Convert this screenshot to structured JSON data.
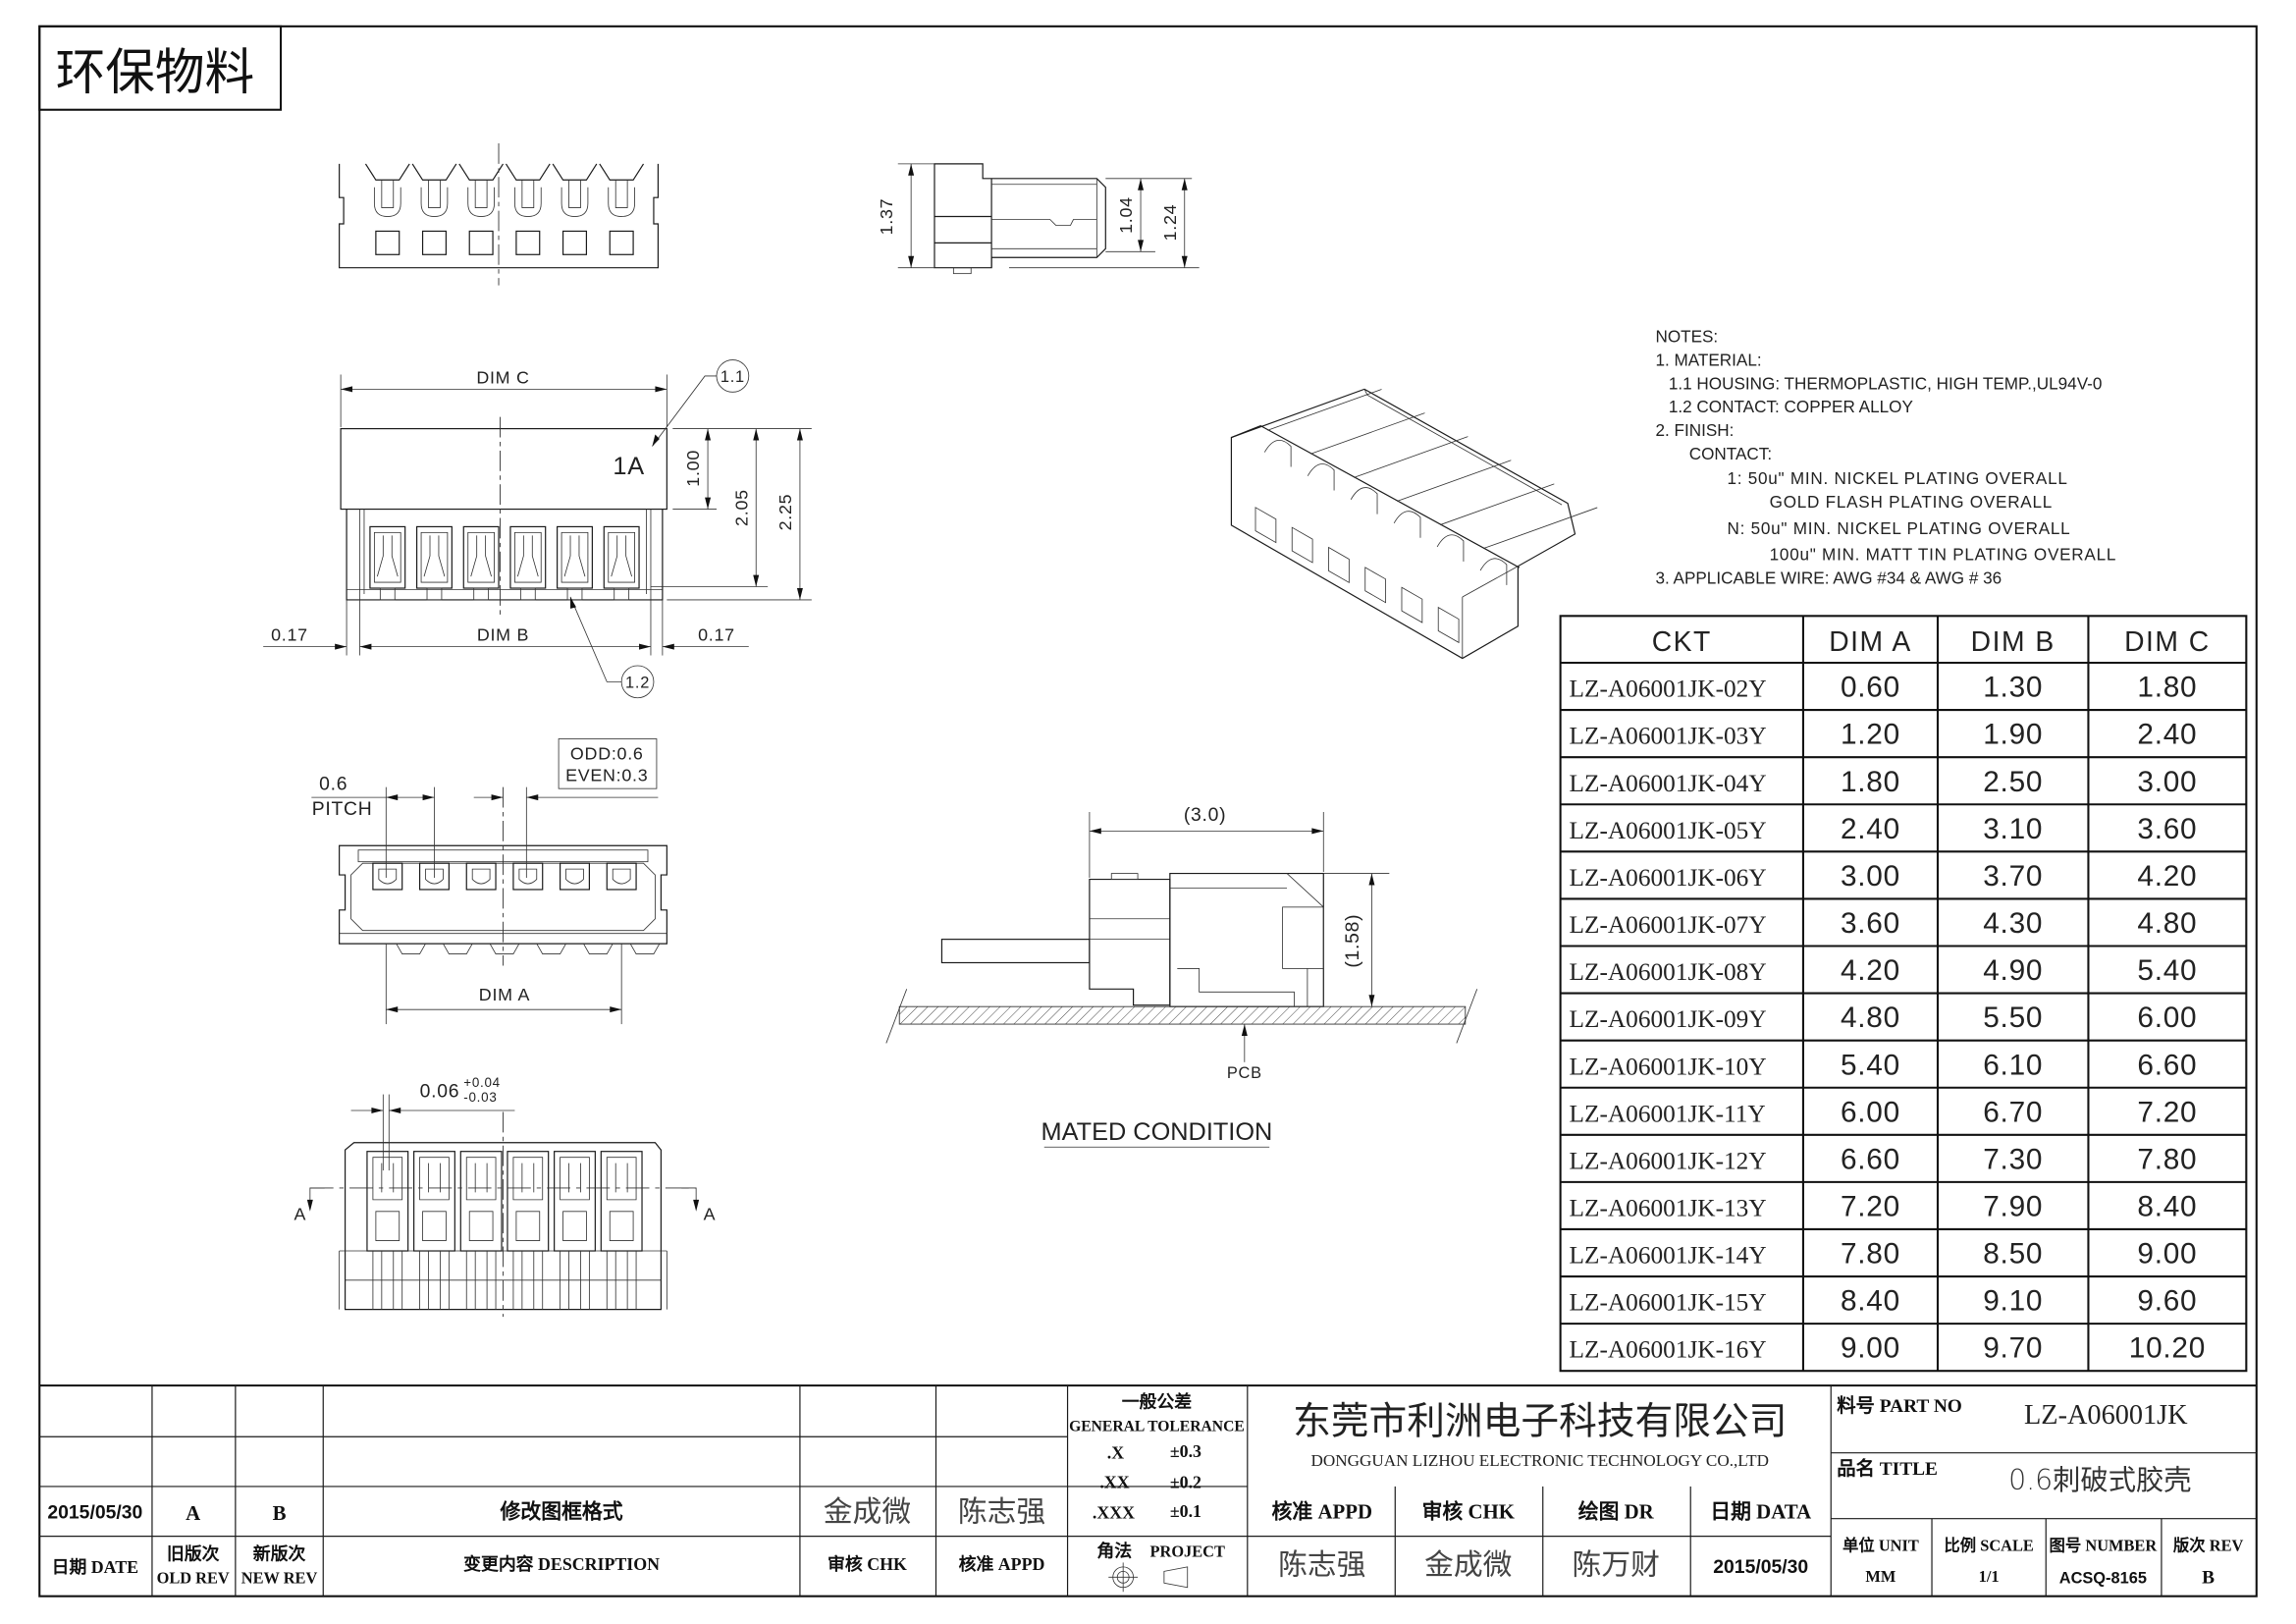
{
  "stamp": "环保物料",
  "notes": {
    "title": "NOTES:",
    "lines": [
      "1.  MATERIAL:",
      "1.1  HOUSING:  THERMOPLASTIC,  HIGH  TEMP.,UL94V-0",
      "1.2  CONTACT:  COPPER  ALLOY",
      "2.  FINISH:",
      "CONTACT:",
      "1:  50u\"  MIN.  NICKEL  PLATING  OVERALL",
      "GOLD  FLASH  PLATING  OVERALL",
      "N:  50u\"  MIN.  NICKEL  PLATING  OVERALL",
      "100u\"  MIN.  MATT  TIN  PLATING  OVERALL",
      "3.  APPLICABLE  WIRE:  AWG  #34  &  AWG  #  36"
    ]
  },
  "dimensions": {
    "dim_c": "DIM  C",
    "dim_b": "DIM  B",
    "dim_a": "DIM  A",
    "h_1_00": "1.00",
    "h_2_05": "2.05",
    "h_2_25": "2.25",
    "offset_left": "0.17",
    "offset_right": "0.17",
    "h_1_37": "1.37",
    "h_1_04": "1.04",
    "h_1_24": "1.24",
    "pitch_value": "0.6",
    "pitch_label": "PITCH",
    "odd": "ODD:0.6",
    "even": "EVEN:0.3",
    "width_nominal": "0.06",
    "tol_plus": "+0.04",
    "tol_minus": "-0.03",
    "section_left": "A",
    "section_right": "A",
    "mated_length": "(3.0)",
    "mated_height": "(1.58)",
    "pcb": "PCB",
    "mated_title": "MATED  CONDITION",
    "marking": "1A",
    "balloon_1": "1.1",
    "balloon_2": "1.2"
  },
  "ckt_table": {
    "headers": [
      "CKT",
      "DIM  A",
      "DIM  B",
      "DIM  C"
    ],
    "rows": [
      [
        "LZ-A06001JK-02Y",
        "0.60",
        "1.30",
        "1.80"
      ],
      [
        "LZ-A06001JK-03Y",
        "1.20",
        "1.90",
        "2.40"
      ],
      [
        "LZ-A06001JK-04Y",
        "1.80",
        "2.50",
        "3.00"
      ],
      [
        "LZ-A06001JK-05Y",
        "2.40",
        "3.10",
        "3.60"
      ],
      [
        "LZ-A06001JK-06Y",
        "3.00",
        "3.70",
        "4.20"
      ],
      [
        "LZ-A06001JK-07Y",
        "3.60",
        "4.30",
        "4.80"
      ],
      [
        "LZ-A06001JK-08Y",
        "4.20",
        "4.90",
        "5.40"
      ],
      [
        "LZ-A06001JK-09Y",
        "4.80",
        "5.50",
        "6.00"
      ],
      [
        "LZ-A06001JK-10Y",
        "5.40",
        "6.10",
        "6.60"
      ],
      [
        "LZ-A06001JK-11Y",
        "6.00",
        "6.70",
        "7.20"
      ],
      [
        "LZ-A06001JK-12Y",
        "6.60",
        "7.30",
        "7.80"
      ],
      [
        "LZ-A06001JK-13Y",
        "7.20",
        "7.90",
        "8.40"
      ],
      [
        "LZ-A06001JK-14Y",
        "7.80",
        "8.50",
        "9.00"
      ],
      [
        "LZ-A06001JK-15Y",
        "8.40",
        "9.10",
        "9.60"
      ],
      [
        "LZ-A06001JK-16Y",
        "9.00",
        "9.70",
        "10.20"
      ]
    ]
  },
  "revision_block": {
    "entry": {
      "date": "2015/05/30",
      "old_rev": "A",
      "new_rev": "B",
      "description": "修改图框格式",
      "checker": "金成微",
      "approver": "陈志强"
    },
    "headers": {
      "date": "日期  DATE",
      "old_rev_cn": "旧版次",
      "old_rev_en": "OLD REV",
      "new_rev_cn": "新版次",
      "new_rev_en": "NEW REV",
      "description": "变更内容 DESCRIPTION",
      "checker": "审核  CHK",
      "approver": "核准  APPD"
    }
  },
  "tolerance": {
    "title_cn": "一般公差",
    "title_en": "GENERAL  TOLERANCE",
    "rows": [
      {
        "precision": ".X",
        "value": "±0.3"
      },
      {
        "precision": ".XX",
        "value": "±0.2"
      },
      {
        "precision": ".XXX",
        "value": "±0.1"
      }
    ],
    "projection_cn": "角法",
    "projection_en": "PROJECT"
  },
  "company": {
    "name_cn": "东莞市利洲电子科技有限公司",
    "name_en": "DONGGUAN  LIZHOU  ELECTRONIC  TECHNOLOGY  CO.,LTD"
  },
  "signoff": {
    "headers": [
      "核准  APPD",
      "审核  CHK",
      "绘图  DR",
      "日期  DATA"
    ],
    "values": [
      "陈志强",
      "金成微",
      "陈万财",
      "2015/05/30"
    ]
  },
  "title_block": {
    "part_no_label": "料号  PART NO",
    "part_no": "LZ-A06001JK",
    "title_label": "品名  TITLE",
    "title": "0.6刺破式胶壳",
    "unit_label": "单位  UNIT",
    "unit": "MM",
    "scale_label": "比例  SCALE",
    "scale": "1/1",
    "number_label": "图号  NUMBER",
    "number": "ACSQ-8165",
    "rev_label": "版次  REV",
    "rev": "B"
  }
}
